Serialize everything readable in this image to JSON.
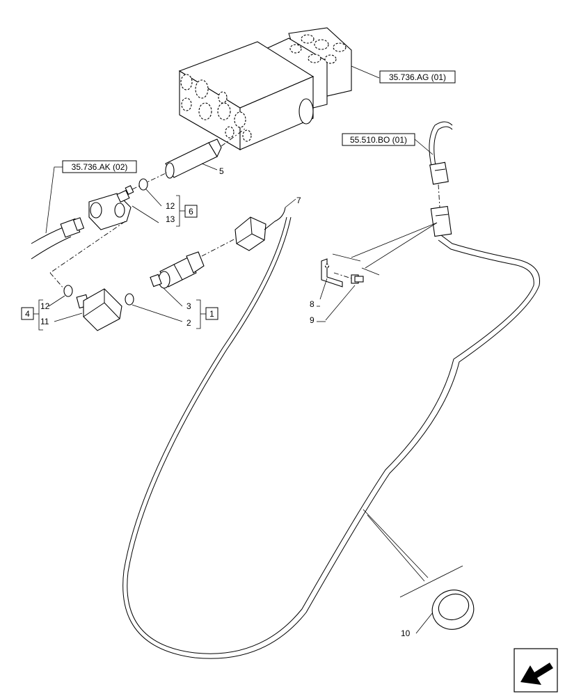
{
  "references": {
    "valve_block": "35.736.AG (01)",
    "hose": "35.736.AK (02)",
    "harness": "55.510.BO (01)"
  },
  "callouts": {
    "p1": "1",
    "p2": "2",
    "p3": "3",
    "p4": "4",
    "p5": "5",
    "p6": "6",
    "p7": "7",
    "p8": "8",
    "p9": "9",
    "p10": "10",
    "p11": "11",
    "p12a": "12",
    "p12b": "12",
    "p13": "13"
  },
  "nav": {
    "icon": "back-arrow-icon"
  }
}
